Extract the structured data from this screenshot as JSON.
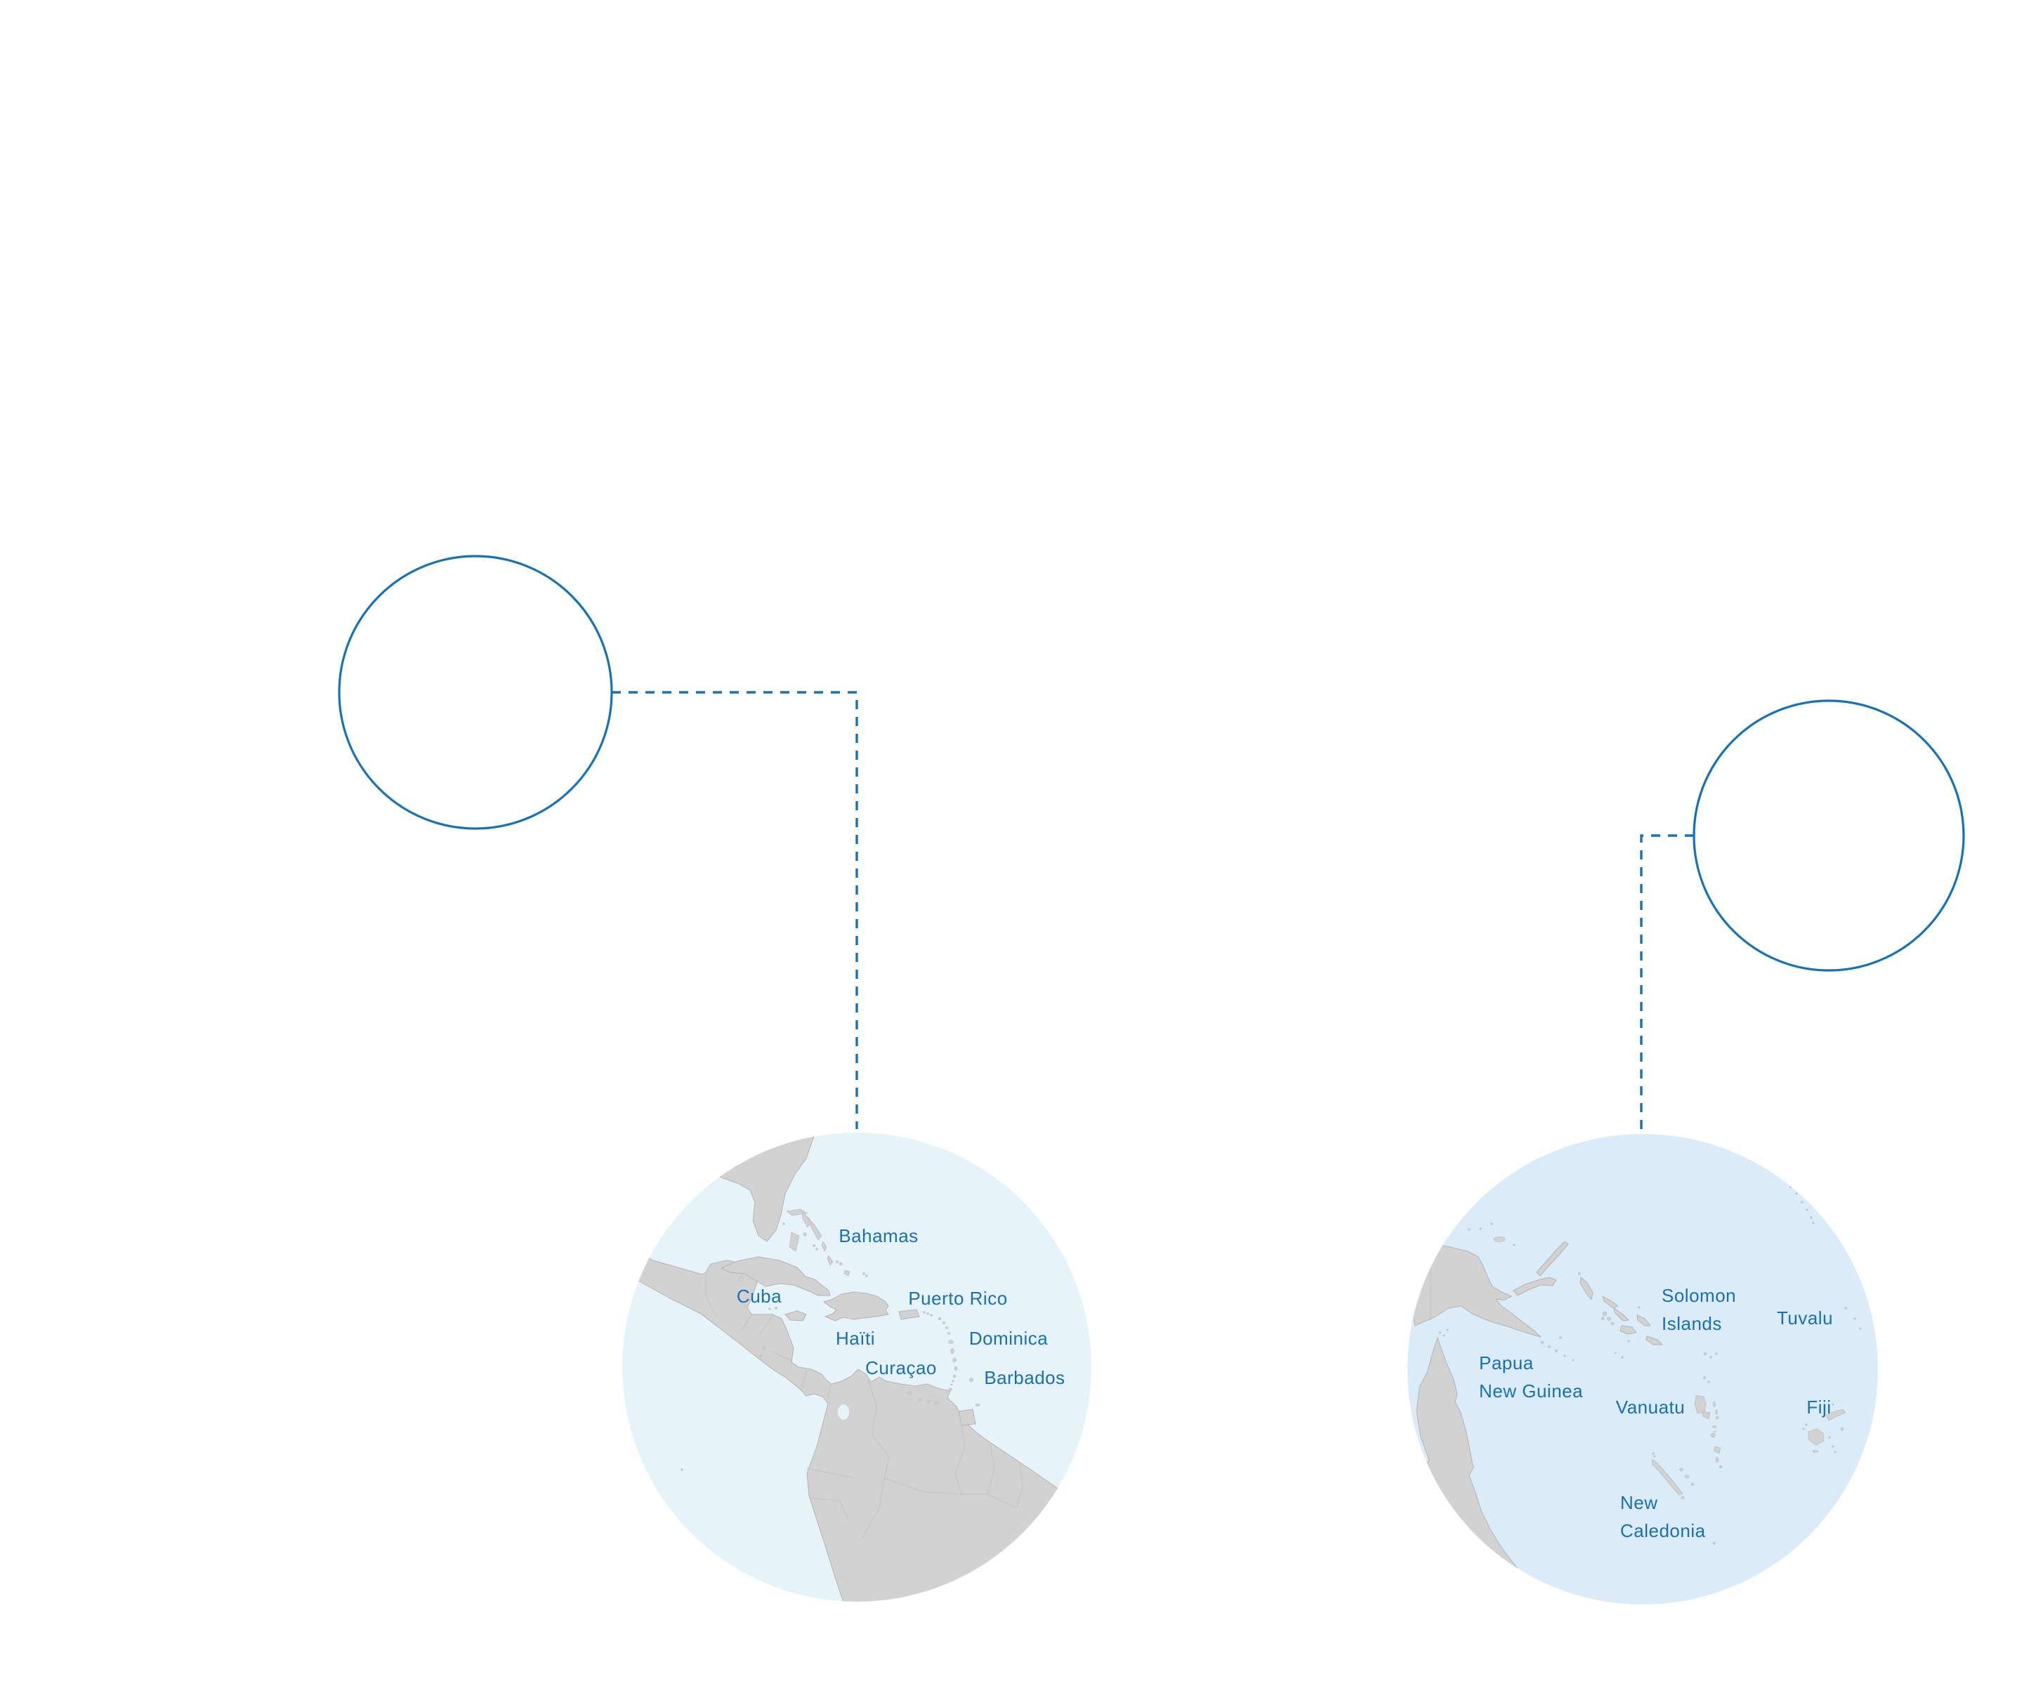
{
  "colors": {
    "accent_blue": "#1572b8",
    "label_blue": "#196fb3",
    "caribbean_ocean": "#e7f3fb",
    "pacific_ocean": "#dbecf8",
    "land": "#d2d2d2",
    "coastline": "#b3b3b3",
    "country_border": "#c6c6c6",
    "background": "#ffffff"
  },
  "maps": {
    "caribbean": {
      "labels": {
        "bahamas": "Bahamas",
        "cuba": "Cuba",
        "puerto_rico": "Puerto Rico",
        "haiti": "Haïti",
        "dominica": "Dominica",
        "curacao": "Curaçao",
        "barbados": "Barbados"
      }
    },
    "pacific": {
      "labels": {
        "solomon_islands": {
          "line1": "Solomon",
          "line2": "Islands"
        },
        "tuvalu": "Tuvalu",
        "papua_new_guinea": {
          "line1": "Papua",
          "line2": "New Guinea"
        },
        "vanuatu": "Vanuatu",
        "fiji": "Fiji",
        "new_caledonia": {
          "line1": "New",
          "line2": "Caledonia"
        }
      }
    }
  }
}
